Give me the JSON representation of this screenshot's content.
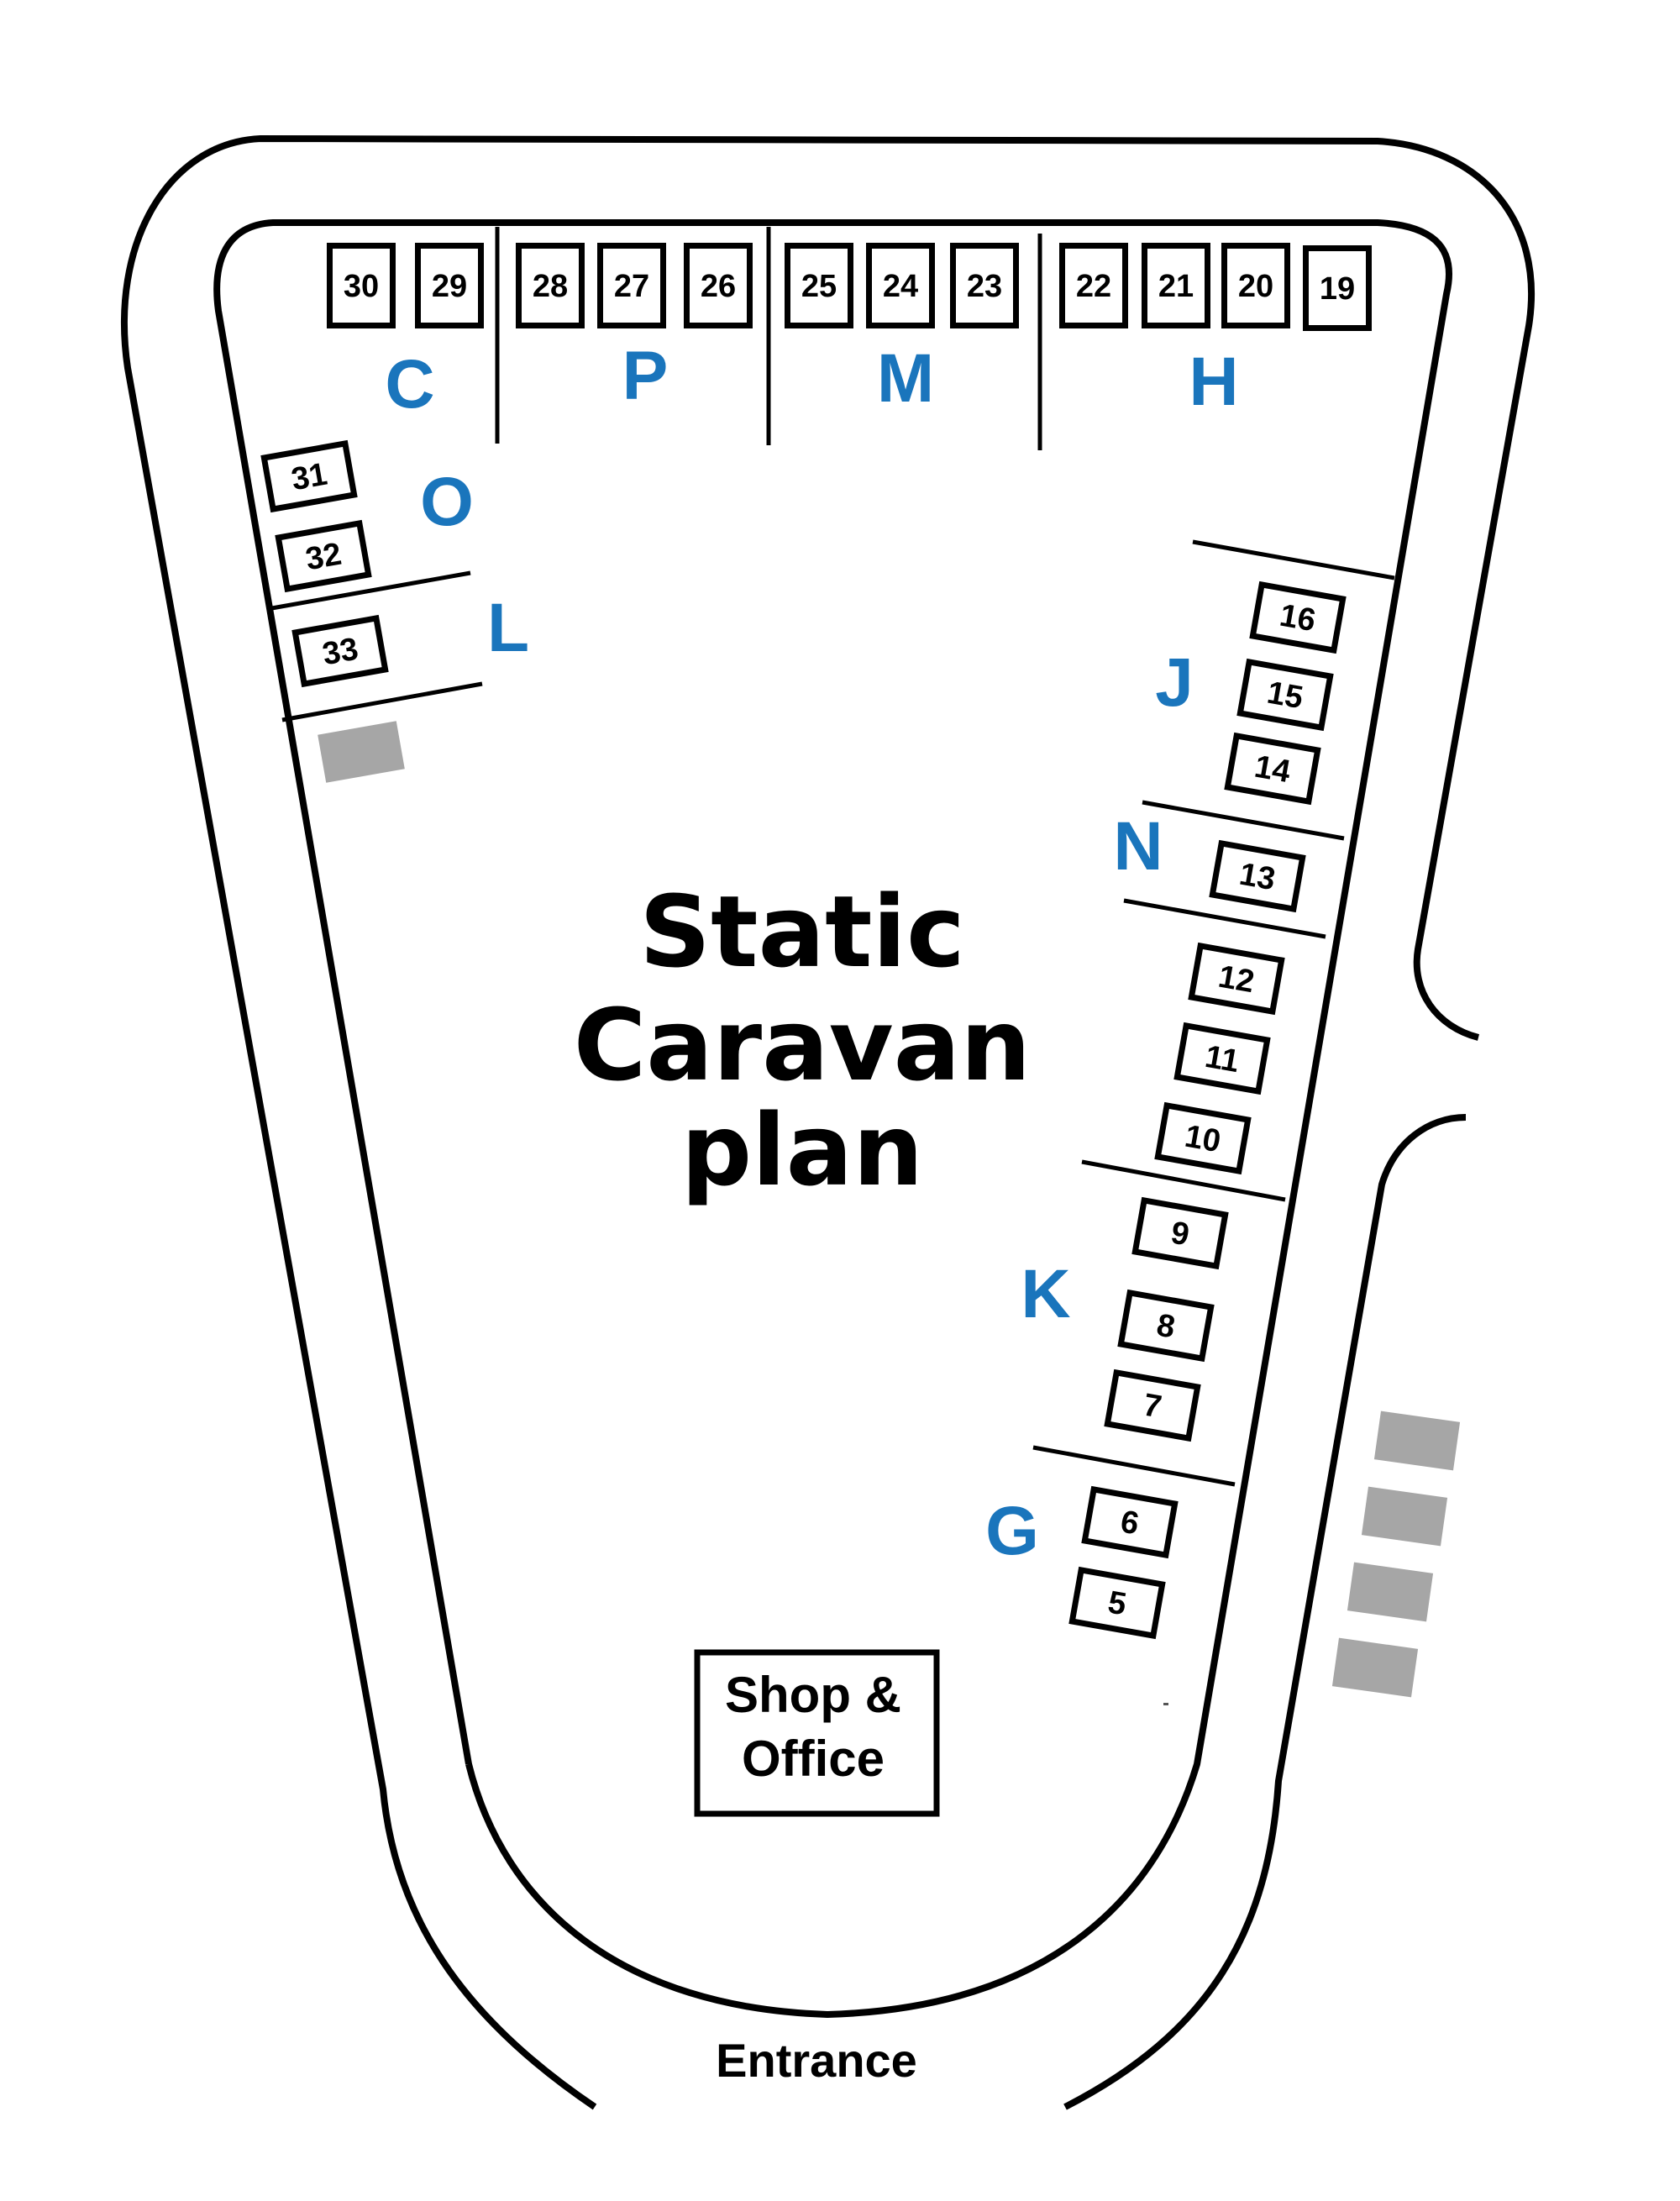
{
  "map": {
    "title_lines": [
      "Static",
      "Caravan",
      "plan"
    ],
    "shop_lines": [
      "Shop &",
      "Office"
    ],
    "entrance_label": "Entrance",
    "accent_color": "#1a75bc",
    "parking_color": "#a6a6a6",
    "zones": [
      "C",
      "P",
      "M",
      "H",
      "O",
      "L",
      "J",
      "N",
      "K",
      "G"
    ],
    "pitches": [
      "30",
      "29",
      "28",
      "27",
      "26",
      "25",
      "24",
      "23",
      "22",
      "21",
      "20",
      "19",
      "31",
      "32",
      "33",
      "16",
      "15",
      "14",
      "13",
      "12",
      "11",
      "10",
      "9",
      "8",
      "7",
      "6",
      "5"
    ]
  }
}
